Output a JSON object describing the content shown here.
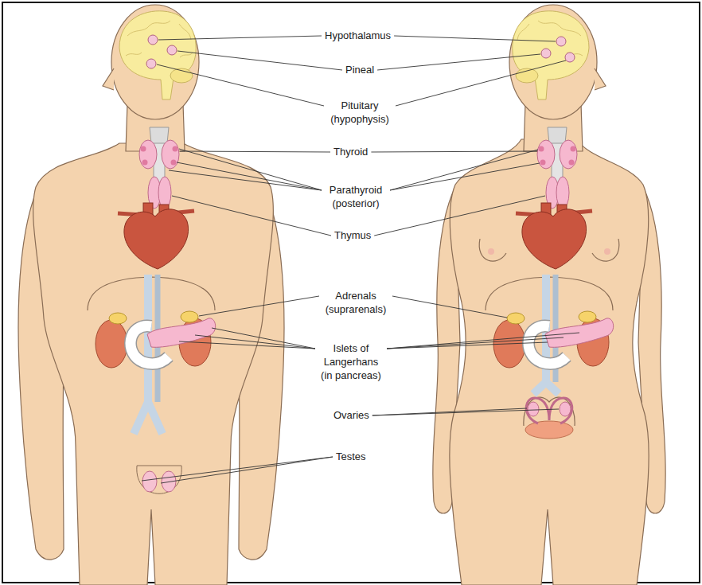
{
  "diagram": {
    "labels": [
      "Hypothalamus",
      "Pineal",
      "Pituitary (hypophysis)",
      "Thyroid",
      "Parathyroid (posterior)",
      "Thymus",
      "Adrenals (suprarenals)",
      "Islets of Langerhans (in pancreas)",
      "Ovaries",
      "Testes"
    ]
  }
}
